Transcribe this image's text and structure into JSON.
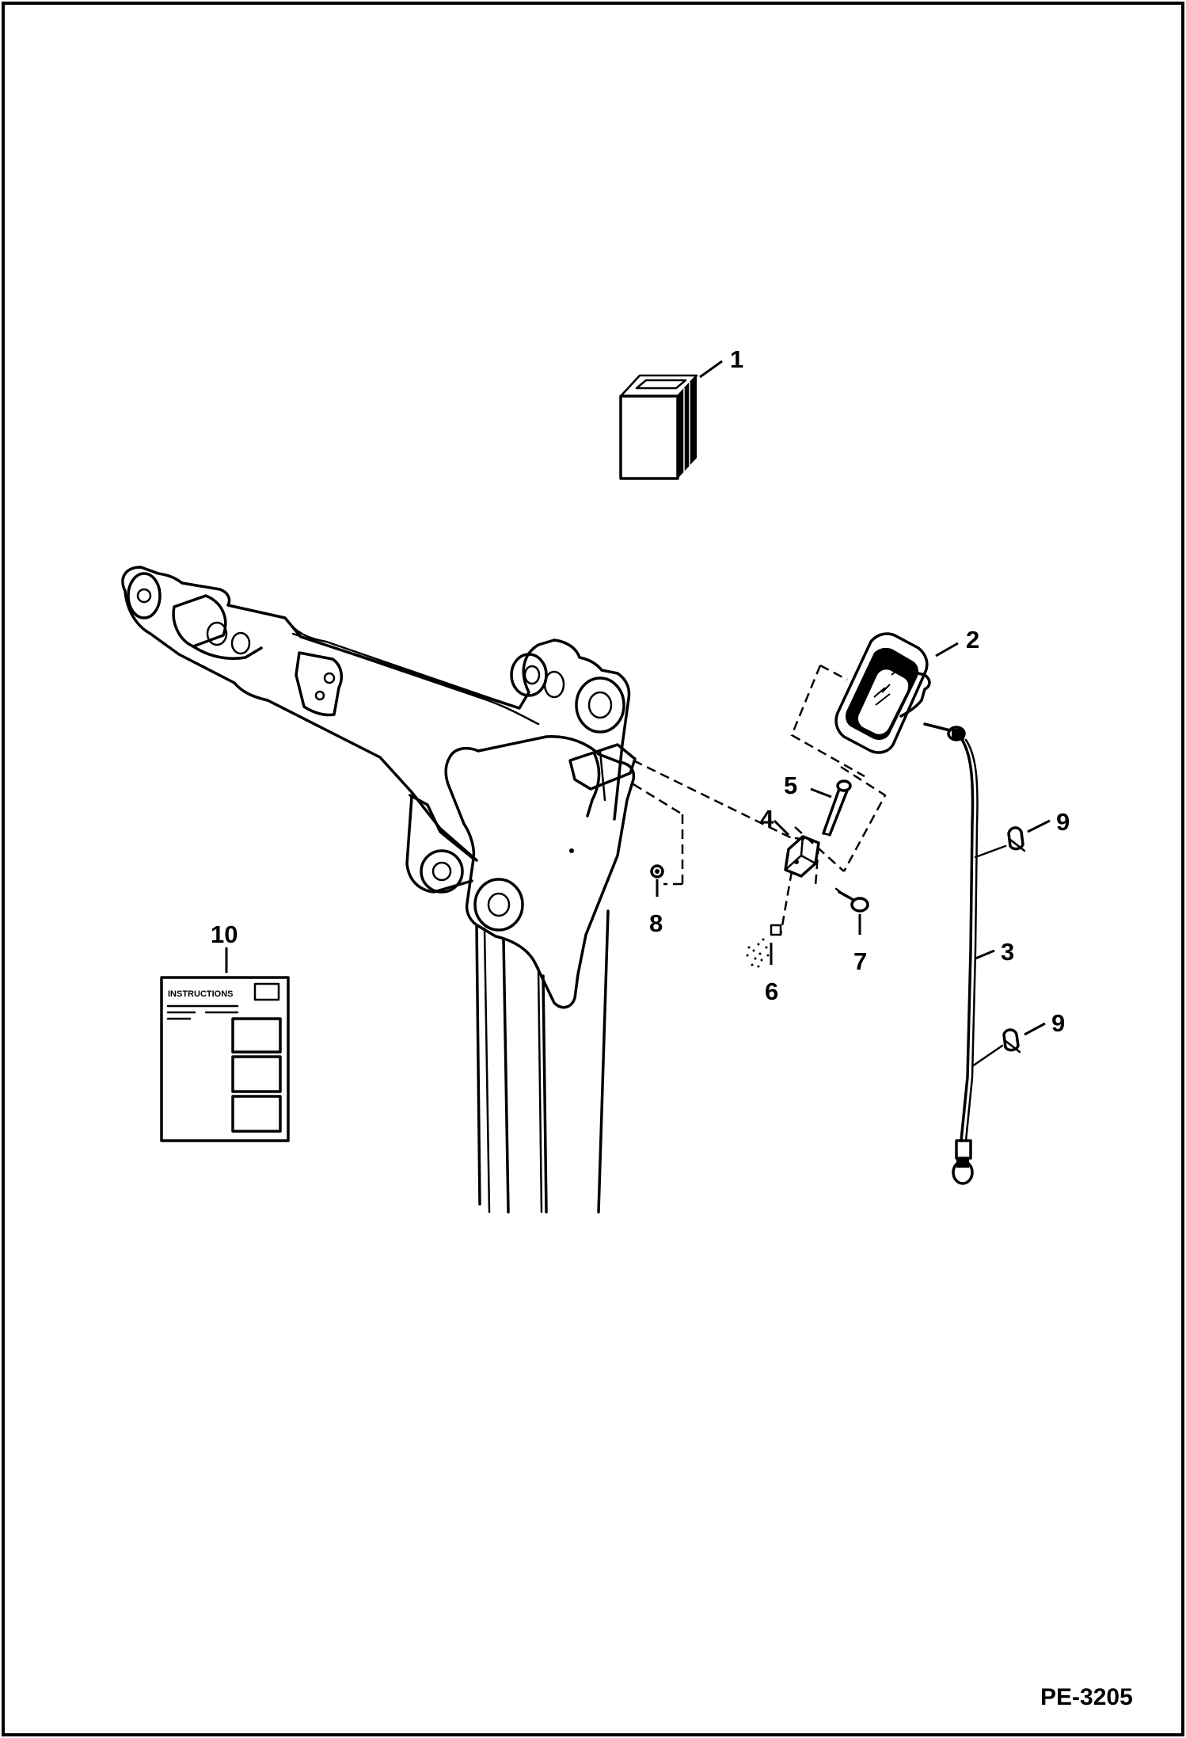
{
  "figure_id": "PE-3205",
  "instructions_sheet": {
    "title": "INSTRUCTIONS"
  },
  "callouts": [
    {
      "id": "item-1",
      "label": "1"
    },
    {
      "id": "item-2",
      "label": "2"
    },
    {
      "id": "item-3",
      "label": "3"
    },
    {
      "id": "item-4",
      "label": "4"
    },
    {
      "id": "item-5",
      "label": "5"
    },
    {
      "id": "item-6",
      "label": "6"
    },
    {
      "id": "item-7",
      "label": "7"
    },
    {
      "id": "item-8",
      "label": "8"
    },
    {
      "id": "item-9a",
      "label": "9"
    },
    {
      "id": "item-9b",
      "label": "9"
    },
    {
      "id": "item-10",
      "label": "10"
    }
  ]
}
